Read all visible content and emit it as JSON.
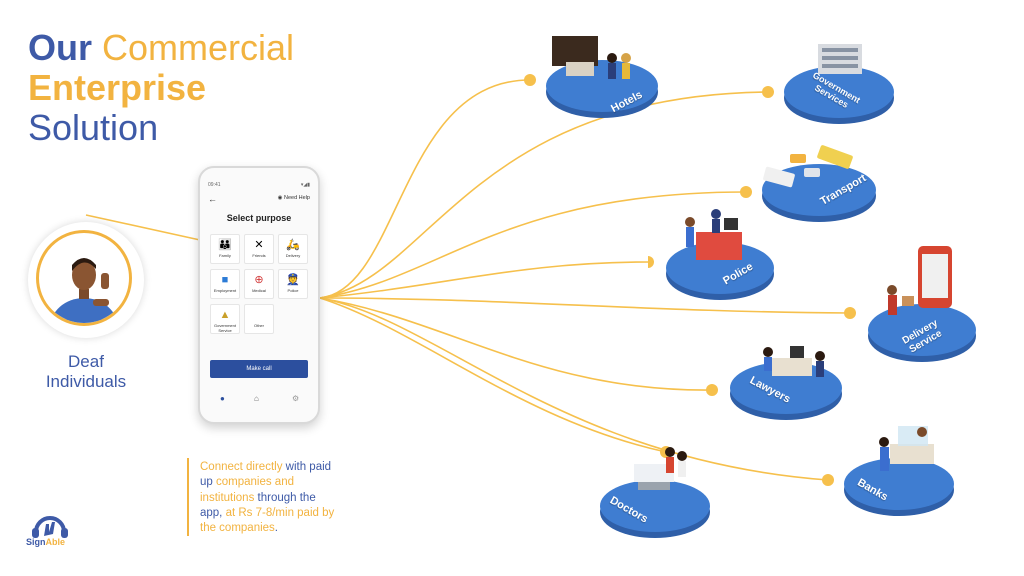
{
  "title": {
    "word1": "Our",
    "word2": "Commercial",
    "word3": "Enterprise",
    "word4": "Solution"
  },
  "deaf_label": {
    "line1": "Deaf",
    "line2": "Individuals"
  },
  "phone": {
    "status_time": "09:41",
    "help_label": "Need Help",
    "heading": "Select purpose",
    "tiles": [
      {
        "label": "Family",
        "icon": "family-icon"
      },
      {
        "label": "Friends",
        "icon": "friends-icon"
      },
      {
        "label": "Delivery",
        "icon": "delivery-icon"
      },
      {
        "label": "Employment",
        "icon": "briefcase-icon"
      },
      {
        "label": "Medical",
        "icon": "medical-icon"
      },
      {
        "label": "Police",
        "icon": "police-icon"
      },
      {
        "label": "Government Service",
        "icon": "government-icon"
      },
      {
        "label": "Other",
        "icon": "other-icon"
      }
    ],
    "make_call": "Make call"
  },
  "connect": {
    "p1": "Connect directly ",
    "p2": "with paid up ",
    "p3": "companies and institutions ",
    "p4": "through the app, ",
    "p5": "at Rs 7-8/min paid by the companies",
    "p6": "."
  },
  "logo": {
    "part1": "Sign",
    "part2": "Able"
  },
  "services": [
    {
      "name": "Hotels"
    },
    {
      "name": "Government Services"
    },
    {
      "name": "Transport"
    },
    {
      "name": "Police"
    },
    {
      "name": "Delivery Service"
    },
    {
      "name": "Lawyers"
    },
    {
      "name": "Doctors"
    },
    {
      "name": "Banks"
    }
  ],
  "colors": {
    "blue": "#3e5aa7",
    "yellow": "#f2b340",
    "disc": "#3f7dd1",
    "button": "#2c4f9e"
  }
}
